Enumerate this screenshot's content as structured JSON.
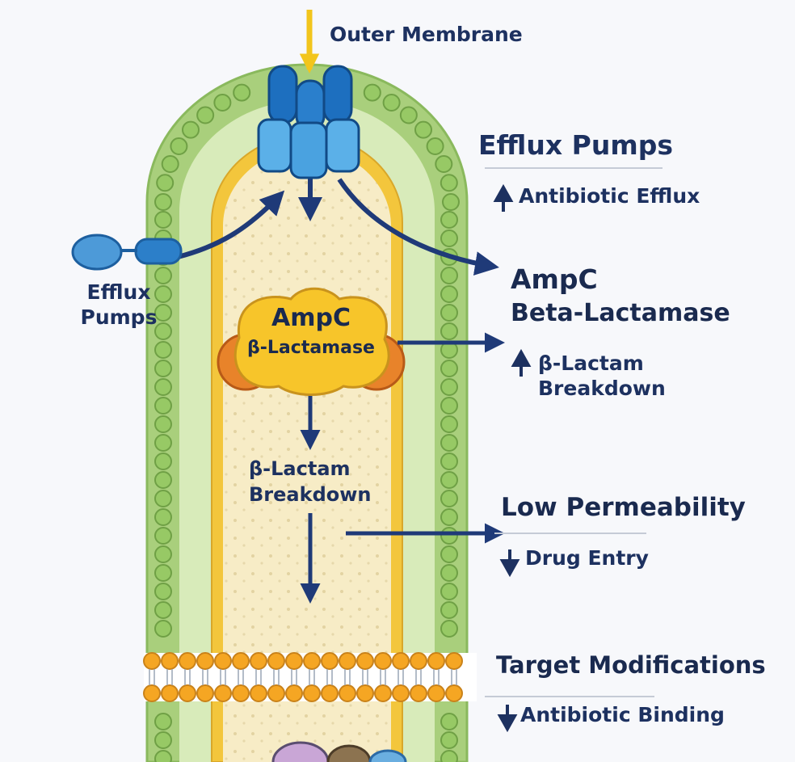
{
  "labels": {
    "outer_membrane": "Outer Membrane",
    "efflux_pumps_side_line1": "Efflux",
    "efflux_pumps_side_line2": "Pumps",
    "ampc_title": "AmpC",
    "ampc_subtitle": "β-Lactamase",
    "inner_breakdown_line1": "β-Lactam",
    "inner_breakdown_line2": "Breakdown"
  },
  "annotations": [
    {
      "title": "Efflux Pumps",
      "effect": "Antibiotic Efflux",
      "arrow": "up"
    },
    {
      "title_line1": "AmpC",
      "title_line2": "Beta-Lactamase",
      "effect_line1": "β-Lactam",
      "effect_line2": "Breakdown",
      "arrow": "up"
    },
    {
      "title": "Low Permeability",
      "effect": "Drug Entry",
      "arrow": "down"
    },
    {
      "title": "Target Modifications",
      "effect": "Antibiotic Binding",
      "arrow": "down"
    }
  ],
  "colors": {
    "cell_wall_green": "#a9cf7c",
    "phospholipid_head": "#97c965",
    "inner_wall_yellow": "#f3c63c",
    "cytoplasm": "#f7ecc6",
    "pump_blue": "#1d6fbf",
    "arrow_navy": "#1f3a78",
    "ampc_yellow": "#f7c52a",
    "ampc_orange": "#e8832a",
    "membrane_orange": "#f5a623",
    "text_navy": "#1d3160"
  }
}
